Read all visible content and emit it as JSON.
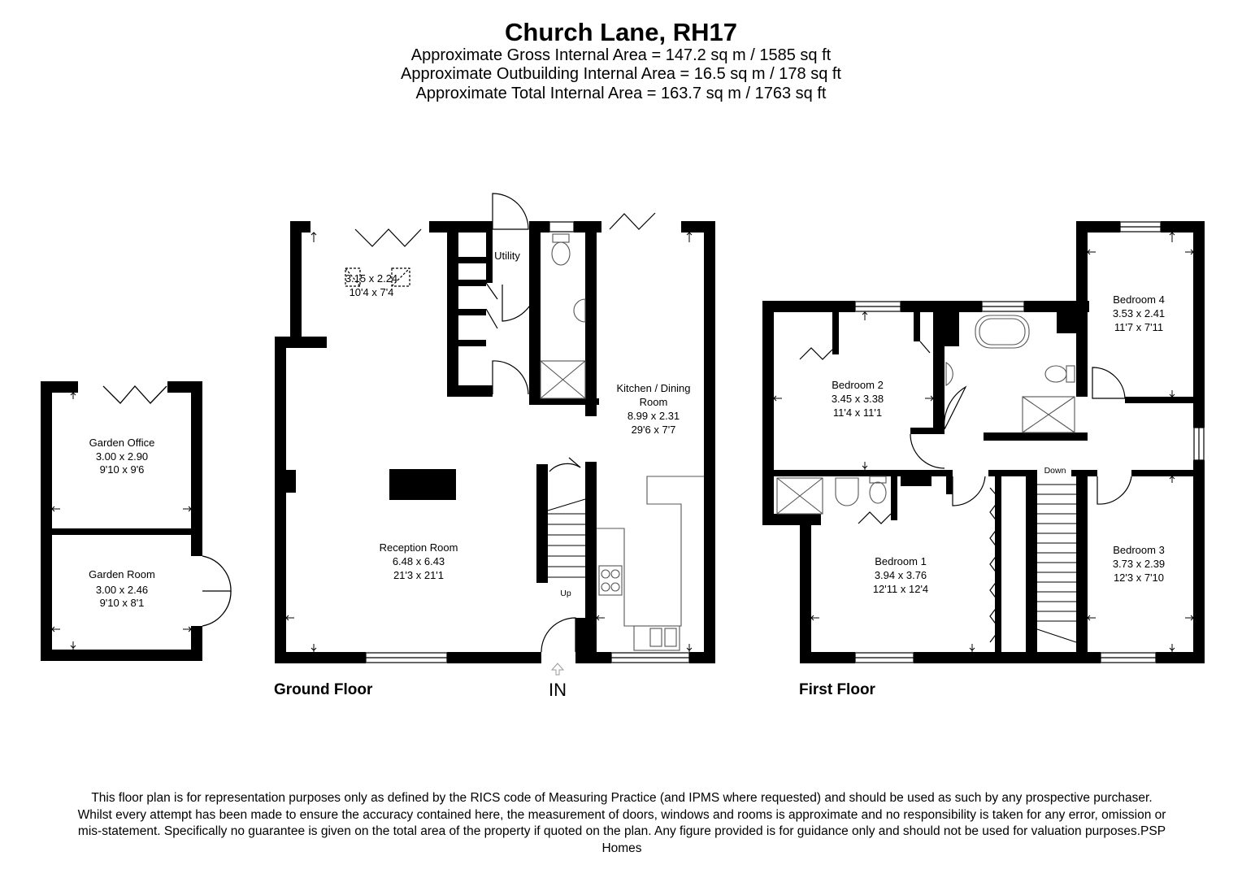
{
  "header": {
    "title": "Church Lane, RH17",
    "gross_area": "Approximate Gross Internal Area = 147.2 sq m / 1585 sq ft",
    "outbuilding_area": "Approximate Outbuilding Internal Area = 16.5 sq m / 178 sq ft",
    "total_area": "Approximate Total Internal Area = 163.7 sq m / 1763 sq ft"
  },
  "floors": {
    "ground": "Ground Floor",
    "first": "First Floor"
  },
  "entrance": "IN",
  "stairs": {
    "up": "Up",
    "down": "Down"
  },
  "rooms": {
    "garden_office": {
      "name": "Garden Office",
      "metric": "3.00 x 2.90",
      "imperial": "9'10 x 9'6"
    },
    "garden_room": {
      "name": "Garden Room",
      "metric": "3.00 x 2.46",
      "imperial": "9'10 x 8'1"
    },
    "conservatory": {
      "metric": "3.15 x 2.24",
      "imperial": "10'4 x 7'4"
    },
    "utility": {
      "name": "Utility"
    },
    "kitchen": {
      "name_line1": "Kitchen / Dining",
      "name_line2": "Room",
      "metric": "8.99 x 2.31",
      "imperial": "29'6 x 7'7"
    },
    "reception": {
      "name": "Reception Room",
      "metric": "6.48 x 6.43",
      "imperial": "21'3 x 21'1"
    },
    "bedroom1": {
      "name": "Bedroom 1",
      "metric": "3.94 x 3.76",
      "imperial": "12'11 x 12'4"
    },
    "bedroom2": {
      "name": "Bedroom 2",
      "metric": "3.45 x 3.38",
      "imperial": "11'4 x 11'1"
    },
    "bedroom3": {
      "name": "Bedroom 3",
      "metric": "3.73 x 2.39",
      "imperial": "12'3 x 7'10"
    },
    "bedroom4": {
      "name": "Bedroom 4",
      "metric": "3.53 x 2.41",
      "imperial": "11'7 x 7'11"
    }
  },
  "disclaimer": "This floor plan is for representation purposes only as defined by the RICS code of Measuring Practice (and IPMS where requested) and should be used as such by any prospective purchaser. Whilst every attempt has been made to ensure the accuracy contained here, the measurement of doors, windows and rooms is approximate and no responsibility is taken for any error, omission or mis-statement. Specifically no guarantee is given on the total area of the property if quoted on the plan. Any figure provided is for guidance only and should not be used for valuation purposes.PSP Homes",
  "colors": {
    "wall": "#000000",
    "fixture": "#555555",
    "background": "#ffffff"
  }
}
